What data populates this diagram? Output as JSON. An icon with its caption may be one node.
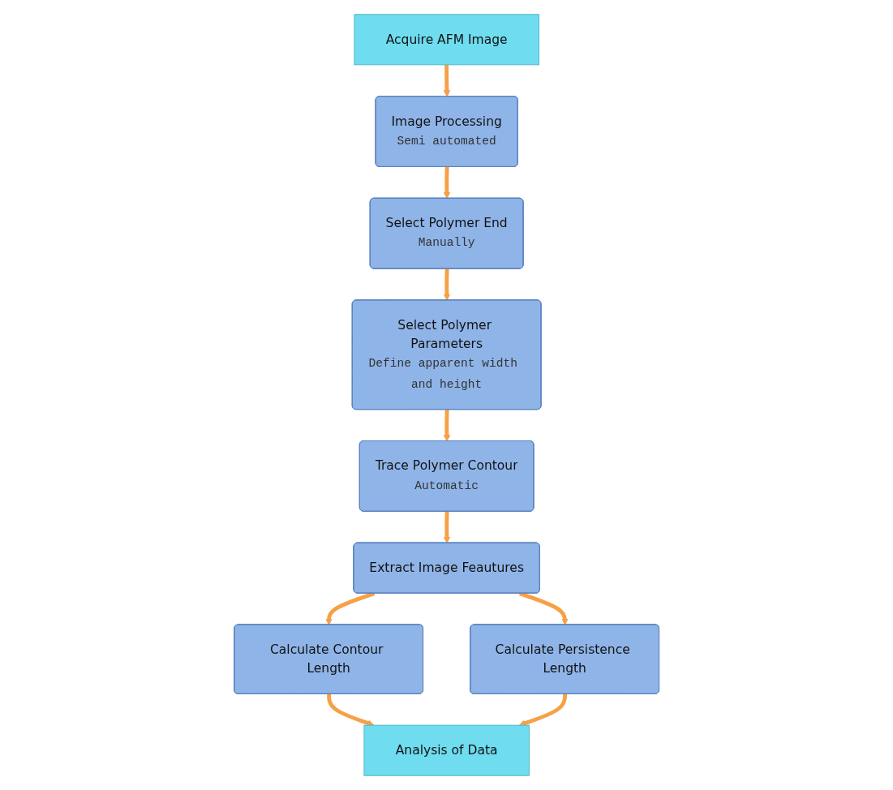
{
  "diagram": {
    "nodes": [
      {
        "text": [
          "Acquire AFM Image"
        ]
      },
      {
        "text": [
          "Image Processing",
          "Semi automated"
        ]
      },
      {
        "text": [
          "Select Polymer End",
          "Manually"
        ]
      },
      {
        "text": [
          "Select Polymer Parameters",
          "Define apparent width and height"
        ]
      },
      {
        "text": [
          "Trace Polymer Contour",
          "Automatic"
        ]
      },
      {
        "text": [
          "Extract Image Feautures"
        ]
      },
      {
        "text": [
          "Calculate Contour Length"
        ]
      },
      {
        "text": [
          "Calculate Persistence Length"
        ]
      },
      {
        "text": [
          "Analysis of Data"
        ]
      }
    ],
    "edges": [
      {
        "from": 0,
        "to": 1,
        "arrow": "to"
      },
      {
        "from": 1,
        "to": 2,
        "arrow": "to"
      },
      {
        "from": 2,
        "to": 3,
        "arrow": "to"
      },
      {
        "from": 3,
        "to": 4,
        "arrow": "to"
      },
      {
        "from": 4,
        "to": 5,
        "arrow": "to"
      },
      {
        "from": 5,
        "to": 6,
        "arrow": "to"
      },
      {
        "from": 5,
        "to": 7,
        "arrow": "to"
      },
      {
        "from": 6,
        "to": 8,
        "arrow": "to"
      },
      {
        "from": 7,
        "to": 8,
        "arrow": "to"
      }
    ]
  }
}
